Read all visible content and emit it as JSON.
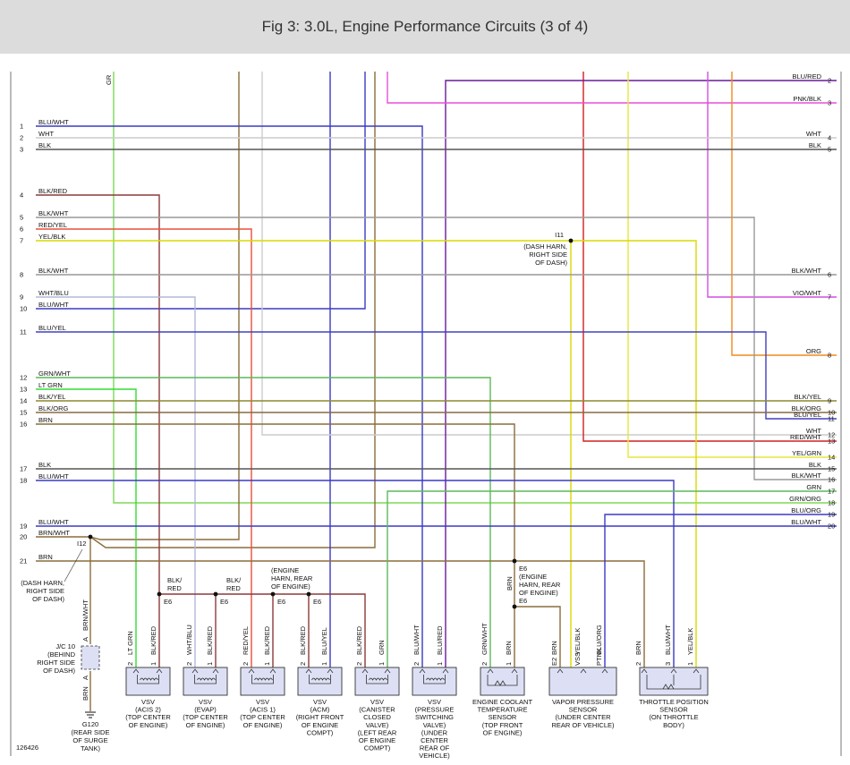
{
  "title": "Fig 3: 3.0L, Engine Performance Circuits (3 of 4)",
  "figure_id": "126426",
  "top_wire_label": "GR",
  "left_wires": [
    {
      "num": "1",
      "label": "BLU/WHT"
    },
    {
      "num": "2",
      "label": "WHT"
    },
    {
      "num": "3",
      "label": "BLK"
    },
    {
      "num": "4",
      "label": "BLK/RED"
    },
    {
      "num": "5",
      "label": "BLK/WHT"
    },
    {
      "num": "6",
      "label": "RED/YEL"
    },
    {
      "num": "7",
      "label": "YEL/BLK"
    },
    {
      "num": "8",
      "label": "BLK/WHT"
    },
    {
      "num": "9",
      "label": "WHT/BLU"
    },
    {
      "num": "10",
      "label": "BLU/WHT"
    },
    {
      "num": "11",
      "label": "BLU/YEL"
    },
    {
      "num": "12",
      "label": "GRN/WHT"
    },
    {
      "num": "13",
      "label": "LT GRN"
    },
    {
      "num": "14",
      "label": "BLK/YEL"
    },
    {
      "num": "15",
      "label": "BLK/ORG"
    },
    {
      "num": "16",
      "label": "BRN"
    },
    {
      "num": "17",
      "label": "BLK"
    },
    {
      "num": "18",
      "label": "BLU/WHT"
    },
    {
      "num": "19",
      "label": "BLU/WHT"
    },
    {
      "num": "20",
      "label": "BRN/WHT"
    },
    {
      "num": "21",
      "label": "BRN"
    }
  ],
  "right_wires": [
    {
      "num": "2",
      "label": "BLU/RED"
    },
    {
      "num": "3",
      "label": "PNK/BLK"
    },
    {
      "num": "4",
      "label": "WHT"
    },
    {
      "num": "5",
      "label": "BLK"
    },
    {
      "num": "6",
      "label": "BLK/WHT"
    },
    {
      "num": "7",
      "label": "VIO/WHT"
    },
    {
      "num": "8",
      "label": "ORG"
    },
    {
      "num": "9",
      "label": "BLK/YEL"
    },
    {
      "num": "10",
      "label": "BLK/ORG"
    },
    {
      "num": "11",
      "label": "BLU/YEL"
    },
    {
      "num": "12",
      "label": "WHT"
    },
    {
      "num": "13",
      "label": "RED/WHT"
    },
    {
      "num": "14",
      "label": "YEL/GRN"
    },
    {
      "num": "15",
      "label": "BLK"
    },
    {
      "num": "16",
      "label": "BLK/WHT"
    },
    {
      "num": "17",
      "label": "GRN"
    },
    {
      "num": "18",
      "label": "GRN/ORG"
    },
    {
      "num": "19",
      "label": "BLU/ORG"
    },
    {
      "num": "20",
      "label": "BLU/WHT"
    }
  ],
  "splices": {
    "i11": {
      "id": "I11",
      "desc": [
        "(DASH HARN,",
        "RIGHT SIDE",
        "OF DASH)"
      ]
    },
    "i12": {
      "id": "I12",
      "desc": [
        "(DASH HARN,",
        "RIGHT SIDE",
        "OF DASH)"
      ]
    },
    "e6_blk_red_1": "E6",
    "e6_blk_red_2": "E6",
    "e6_acis1": "E6",
    "e6_acm": "E6",
    "blk_red_label_1": [
      "BLK/",
      "RED"
    ],
    "blk_red_label_2": [
      "BLK/",
      "RED"
    ],
    "engine_harn_desc": [
      "(ENGINE",
      "HARN, REAR",
      "OF ENGINE)"
    ],
    "e6_brn_top": {
      "id": "E6",
      "desc": [
        "(ENGINE",
        "HARN, REAR",
        "OF ENGINE)"
      ]
    },
    "e6_brn_bottom": "E6",
    "brn_vertical_label": "BRN"
  },
  "jc10": {
    "pin_top": "A",
    "pin_bottom": "A",
    "wire_top": "BRN/WHT",
    "wire_bottom": "BRN",
    "desc": [
      "J/C 10",
      "(BEHIND",
      "RIGHT SIDE",
      "OF DASH)"
    ],
    "ground_id": "G120",
    "ground_desc": [
      "(REAR SIDE",
      "OF SURGE",
      "TANK)"
    ]
  },
  "components": [
    {
      "id": "vsv-acis2",
      "pins": [
        "2",
        "1"
      ],
      "wires": [
        "LT GRN",
        "BLK/RED"
      ],
      "name": [
        "VSV",
        "(ACIS 2)",
        "(TOP CENTER",
        "OF ENGINE)"
      ]
    },
    {
      "id": "vsv-evap",
      "pins": [
        "2",
        "1"
      ],
      "wires": [
        "WHT/BLU",
        "BLK/RED"
      ],
      "name": [
        "VSV",
        "(EVAP)",
        "(TOP CENTER",
        "OF ENGINE)"
      ]
    },
    {
      "id": "vsv-acis1",
      "pins": [
        "2",
        "1"
      ],
      "wires": [
        "RED/YEL",
        "BLK/RED"
      ],
      "name": [
        "VSV",
        "(ACIS 1)",
        "(TOP CENTER",
        "OF ENGINE)"
      ]
    },
    {
      "id": "vsv-acm",
      "pins": [
        "2",
        "1"
      ],
      "wires": [
        "BLK/RED",
        "BLU/YEL"
      ],
      "name": [
        "VSV",
        "(ACM)",
        "(RIGHT FRONT",
        "OF ENGINE",
        "COMPT)"
      ]
    },
    {
      "id": "vsv-canister",
      "pins": [
        "2",
        "1"
      ],
      "wires": [
        "BLK/RED",
        "GRN"
      ],
      "name": [
        "VSV",
        "(CANISTER",
        "CLOSED",
        "VALVE)",
        "(LEFT REAR",
        "OF ENGINE",
        "COMPT)"
      ]
    },
    {
      "id": "vsv-pressure",
      "pins": [
        "2",
        "1"
      ],
      "wires": [
        "BLU/WHT",
        "BLU/RED"
      ],
      "name": [
        "VSV",
        "(PRESSURE",
        "SWITCHING",
        "VALVE)",
        "(UNDER",
        "CENTER",
        "REAR OF",
        "VEHICLE)"
      ]
    },
    {
      "id": "ect-sensor",
      "pins": [
        "2",
        "1"
      ],
      "wires": [
        "GRN/WHT",
        "BRN"
      ],
      "name": [
        "ENGINE COOLANT",
        "TEMPERATURE",
        "SENSOR",
        "(TOP FRONT",
        "OF ENGINE)"
      ]
    },
    {
      "id": "vapor-sensor",
      "pins": [
        "E2",
        "VSS",
        "PTNK"
      ],
      "wires": [
        "BRN",
        "YEL/BLK",
        "BLU/ORG"
      ],
      "name": [
        "VAPOR PRESSURE",
        "SENSOR",
        "(UNDER CENTER",
        "REAR OF VEHICLE)"
      ]
    },
    {
      "id": "tps-sensor",
      "pins": [
        "2",
        "3",
        "1"
      ],
      "wires": [
        "BRN",
        "BLU/WHT",
        "YEL/BLK"
      ],
      "name": [
        "THROTTLE POSITION",
        "SENSOR",
        "(ON THROTTLE",
        "BODY)"
      ]
    }
  ]
}
